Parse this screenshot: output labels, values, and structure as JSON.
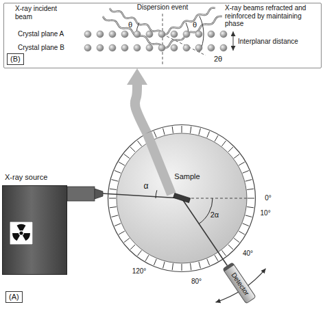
{
  "diagram": {
    "nodes": [
      {
        "text": [
          "(B)"
        ]
      },
      {
        "text": [
          "X-ray source"
        ]
      },
      {
        "text": [
          "Sample"
        ]
      },
      {
        "text": [
          "Detector"
        ]
      }
    ],
    "edges": [
      {
        "from": 1,
        "to": 2,
        "arrow": "none"
      },
      {
        "from": 2,
        "to": 3,
        "arrow": "none"
      },
      {
        "from": 2,
        "to": 0,
        "arrow": "to"
      }
    ],
    "labels": [
      "Dispersion event",
      "X-ray incident beam",
      "X-ray beams refracted and reinforced by maintaining phase",
      "Crystal plane A",
      "Crystal plane B",
      "Interplanar distance",
      "θ",
      "θ",
      "2θ",
      "α",
      "2α",
      "0°",
      "10°",
      "40°",
      "80°",
      "120°",
      "(A)"
    ]
  }
}
